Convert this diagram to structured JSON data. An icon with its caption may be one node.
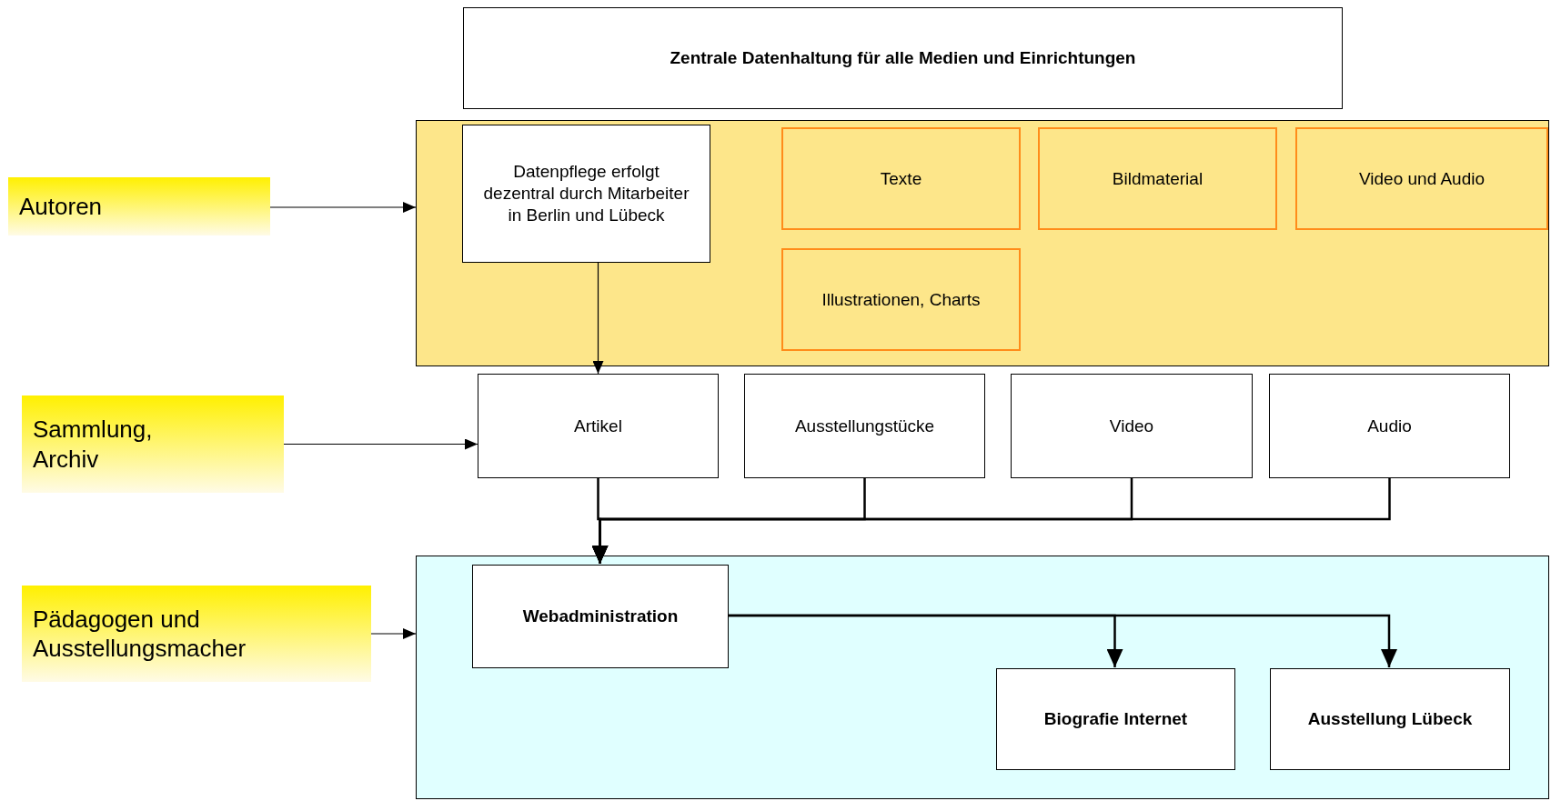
{
  "diagram": {
    "nodes": [
      {
        "text": [
          "Zentrale Datenhaltung für alle Medien und Einrichtungen"
        ]
      },
      {
        "text": [
          "Autoren"
        ]
      },
      {
        "text": [],
        "shape": "box"
      },
      {
        "text": [
          "Datenpflege erfolgt dezentral durch Mitarbeiter in Berlin und Lübeck"
        ],
        "in": 2
      },
      {
        "text": [
          "Texte"
        ],
        "in": 2
      },
      {
        "text": [
          "Bildmaterial"
        ],
        "in": 2
      },
      {
        "text": [
          "Video und Audio"
        ],
        "in": 2
      },
      {
        "text": [
          "Illustrationen, Charts"
        ],
        "in": 2
      },
      {
        "text": [
          "Sammlung, Archiv"
        ]
      },
      {
        "text": [
          "Artikel"
        ]
      },
      {
        "text": [
          "Ausstellungstücke"
        ]
      },
      {
        "text": [
          "Video"
        ]
      },
      {
        "text": [
          "Audio"
        ]
      },
      {
        "text": [
          "Pädagogen und Ausstellungsmacher"
        ]
      },
      {
        "text": [],
        "shape": "box"
      },
      {
        "text": [
          "Webadministration"
        ],
        "in": 14
      },
      {
        "text": [
          "Biografie Internet"
        ],
        "in": 14
      },
      {
        "text": [
          "Ausstellung Lübeck"
        ],
        "in": 14
      }
    ],
    "edges": [
      {
        "from": 1,
        "to": 2,
        "arrow": "to"
      },
      {
        "from": 3,
        "to": 9,
        "arrow": "to"
      },
      {
        "from": 8,
        "to": 9,
        "arrow": "to"
      },
      {
        "from": 13,
        "to": 14,
        "arrow": "to"
      },
      {
        "from": 9,
        "to": 15,
        "arrow": "to"
      },
      {
        "from": 10,
        "to": 15,
        "arrow": "to"
      },
      {
        "from": 11,
        "to": 15,
        "arrow": "to"
      },
      {
        "from": 12,
        "to": 15,
        "arrow": "to"
      },
      {
        "from": 15,
        "to": 16,
        "arrow": "to"
      },
      {
        "from": 15,
        "to": 17,
        "arrow": "to"
      }
    ]
  }
}
